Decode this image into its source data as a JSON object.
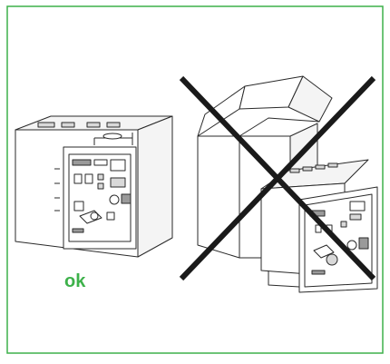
{
  "ok_label": "ok",
  "colors": {
    "frame_border": "#3db14a",
    "ok_text": "#3db14a",
    "cross": "#1a1a1a",
    "line_art": "#2a2a2a",
    "fill_light": "#f4f4f4",
    "fill_mid": "#d9d9d9",
    "fill_dark": "#9a9a9a"
  },
  "icons": {
    "left_device": "boxed-relay-device",
    "right_device": "unboxed-relay-device",
    "cross": "cross-out-icon"
  }
}
